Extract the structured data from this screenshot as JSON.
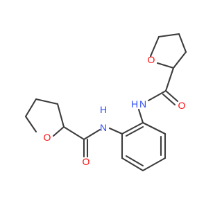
{
  "molecule": {
    "atoms": {
      "o_ring_top": {
        "text": "O",
        "color": "#ff0d0d"
      },
      "o_ring_bottom": {
        "text": "O",
        "color": "#ff0d0d"
      },
      "o_carbonyl_top": {
        "text": "O",
        "color": "#ff0d0d"
      },
      "o_carbonyl_bottom": {
        "text": "O",
        "color": "#ff0d0d"
      },
      "n_top": {
        "text": "N",
        "color": "#3050f8"
      },
      "h_top": {
        "text": "H",
        "color": "#3050f8"
      },
      "n_bottom": {
        "text": "N",
        "color": "#3050f8"
      },
      "h_bottom": {
        "text": "H",
        "color": "#3050f8"
      }
    },
    "bond_color": "#3c3c3c"
  }
}
